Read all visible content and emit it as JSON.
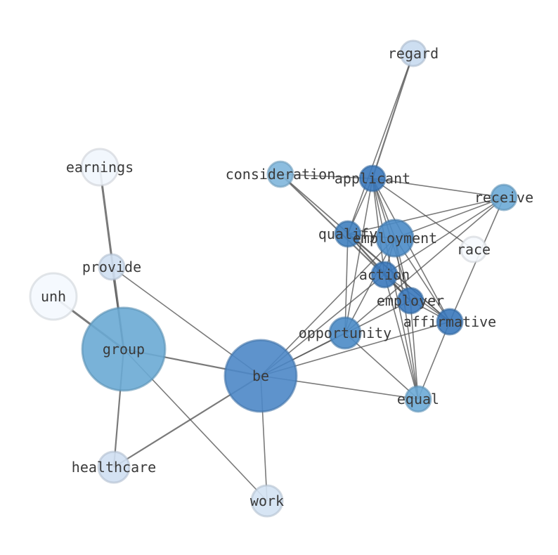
{
  "nodes": [
    {
      "id": "regard",
      "label": "regard",
      "color": "#c8daf0"
    },
    {
      "id": "earnings",
      "label": "earnings",
      "color": "#f1f6fd"
    },
    {
      "id": "consideration",
      "label": "consideration",
      "color": "#7fb6dc"
    },
    {
      "id": "applicant",
      "label": "applicant",
      "color": "#3a78bb"
    },
    {
      "id": "receive",
      "label": "receive",
      "color": "#6caad6"
    },
    {
      "id": "qualify",
      "label": "qualify",
      "color": "#3f7fbf"
    },
    {
      "id": "employment",
      "label": "employment",
      "color": "#4a8bc7"
    },
    {
      "id": "race",
      "label": "race",
      "color": "#f6f9fe"
    },
    {
      "id": "provide",
      "label": "provide",
      "color": "#d0e0f2"
    },
    {
      "id": "action",
      "label": "action",
      "color": "#3a78bb"
    },
    {
      "id": "unh",
      "label": "unh",
      "color": "#f4f8fe"
    },
    {
      "id": "employer",
      "label": "employer",
      "color": "#3a78bb"
    },
    {
      "id": "affirmative",
      "label": "affirmative",
      "color": "#3a78bb"
    },
    {
      "id": "opportunity",
      "label": "opportunity",
      "color": "#4a8bc7"
    },
    {
      "id": "group",
      "label": "group",
      "color": "#6aaad4"
    },
    {
      "id": "be",
      "label": "be",
      "color": "#4d87c6"
    },
    {
      "id": "equal",
      "label": "equal",
      "color": "#6caad6"
    },
    {
      "id": "healthcare",
      "label": "healthcare",
      "color": "#cfdff2"
    },
    {
      "id": "work",
      "label": "work",
      "color": "#d3e2f3"
    }
  ],
  "edges": [
    [
      "regard",
      "applicant"
    ],
    [
      "regard",
      "qualify"
    ],
    [
      "earnings",
      "group"
    ],
    [
      "consideration",
      "applicant"
    ],
    [
      "consideration",
      "employer"
    ],
    [
      "consideration",
      "affirmative"
    ],
    [
      "applicant",
      "receive"
    ],
    [
      "applicant",
      "qualify"
    ],
    [
      "applicant",
      "employment"
    ],
    [
      "applicant",
      "race"
    ],
    [
      "applicant",
      "action"
    ],
    [
      "applicant",
      "employer"
    ],
    [
      "applicant",
      "affirmative"
    ],
    [
      "applicant",
      "opportunity"
    ],
    [
      "applicant",
      "equal"
    ],
    [
      "receive",
      "qualify"
    ],
    [
      "receive",
      "employment"
    ],
    [
      "receive",
      "action"
    ],
    [
      "receive",
      "affirmative"
    ],
    [
      "receive",
      "opportunity"
    ],
    [
      "qualify",
      "employment"
    ],
    [
      "qualify",
      "action"
    ],
    [
      "qualify",
      "employer"
    ],
    [
      "qualify",
      "affirmative"
    ],
    [
      "qualify",
      "opportunity"
    ],
    [
      "employment",
      "action"
    ],
    [
      "employment",
      "employer"
    ],
    [
      "employment",
      "affirmative"
    ],
    [
      "employment",
      "opportunity"
    ],
    [
      "employment",
      "equal"
    ],
    [
      "employment",
      "be"
    ],
    [
      "action",
      "employer"
    ],
    [
      "action",
      "affirmative"
    ],
    [
      "action",
      "equal"
    ],
    [
      "action",
      "be"
    ],
    [
      "employer",
      "affirmative"
    ],
    [
      "employer",
      "equal"
    ],
    [
      "employer",
      "be"
    ],
    [
      "affirmative",
      "equal"
    ],
    [
      "affirmative",
      "be"
    ],
    [
      "opportunity",
      "be"
    ],
    [
      "opportunity",
      "equal"
    ],
    [
      "provide",
      "group"
    ],
    [
      "provide",
      "be"
    ],
    [
      "unh",
      "group"
    ],
    [
      "group",
      "be"
    ],
    [
      "group",
      "healthcare"
    ],
    [
      "group",
      "work"
    ],
    [
      "be",
      "equal"
    ],
    [
      "be",
      "healthcare"
    ],
    [
      "be",
      "work"
    ]
  ]
}
